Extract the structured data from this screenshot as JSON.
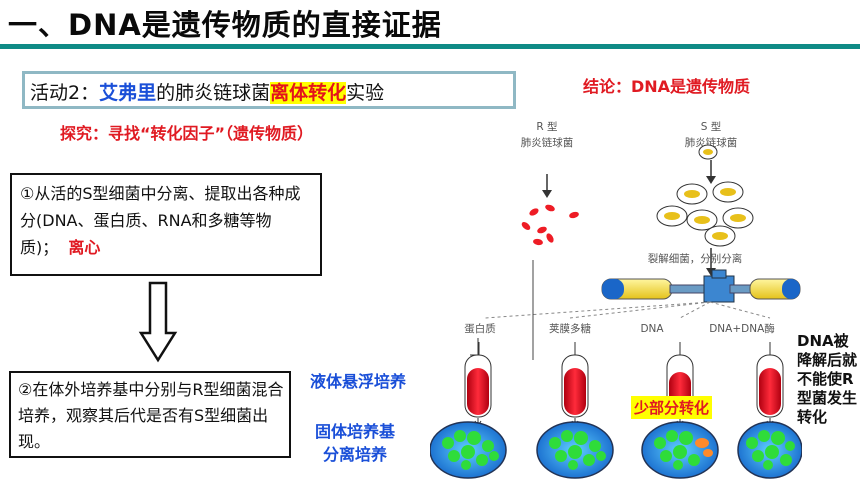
{
  "header": {
    "title": "一、DNA是遗传物质的直接证据"
  },
  "activity": {
    "prefix": "活动2：",
    "scientist": "艾弗里",
    "middle": "的肺炎链球菌",
    "highlight": "离体转化",
    "suffix": "实验"
  },
  "explore": "探究：寻找“转化因子”（遗传物质）",
  "conclusion": "结论：DNA是遗传物质",
  "step1": {
    "text": "①从活的S型细菌中分离、提取出各种成分(DNA、蛋白质、RNA和多糖等物质)；",
    "highlight": "离心"
  },
  "step2": {
    "text": "②在体外培养基中分别与R型细菌混合培养，观察其后代是否有S型细菌出现。"
  },
  "labels": {
    "liquid": "液体悬浮培养",
    "solid_line1": "固体培养基",
    "solid_line2": "分离培养",
    "partial": "少部分转化",
    "dna_note": "DNA被降解后就不能使R型菌发生转化"
  },
  "diagram": {
    "r_line1": "R 型",
    "r_line2": "肺炎链球菌",
    "s_line1": "S 型",
    "s_line2": "肺炎链球菌",
    "lysis": "裂解细菌，分别分离",
    "fractions": [
      "蛋白质",
      "荚膜多糖",
      "DNA",
      "DNA+DNA酶"
    ]
  },
  "colors": {
    "accent_bar": "#0f8b86",
    "red": "#e01a22",
    "blue": "#1a4fd8",
    "highlight": "#ffff00"
  }
}
